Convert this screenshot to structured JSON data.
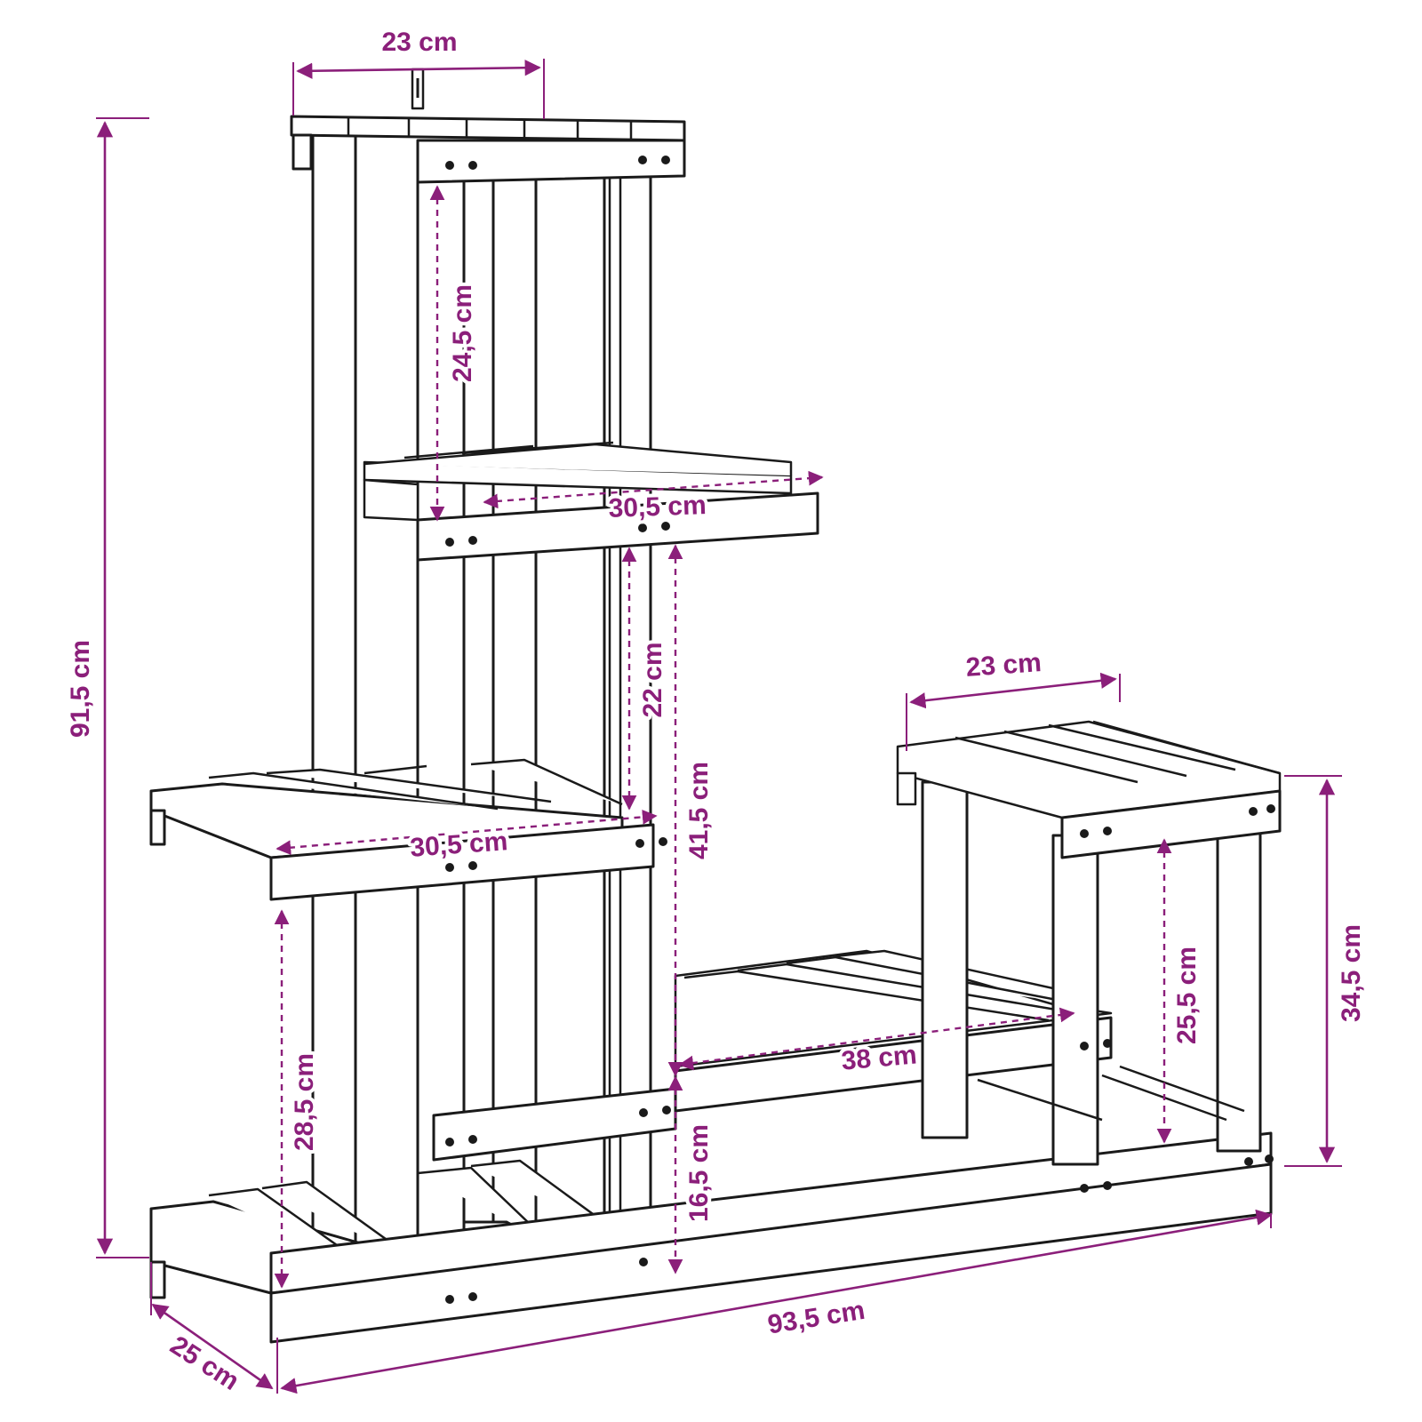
{
  "diagram": {
    "colors": {
      "dimension": "#8b1f7a",
      "outline": "#1a1a1a",
      "background": "#ffffff"
    },
    "dimensions": {
      "total_height": "91,5 cm",
      "top_shelf_width": "23 cm",
      "gap_top_to_upper": "24,5 cm",
      "upper_shelf_width": "30,5 cm",
      "gap_upper_to_middle": "22 cm",
      "middle_shelf_width": "30,5 cm",
      "gap_upper_to_lower": "41,5 cm",
      "gap_middle_to_bottom": "28,5 cm",
      "gap_lower_to_bottom": "16,5 cm",
      "lower_shelf_width": "38 cm",
      "right_top_width": "23 cm",
      "right_gap": "25,5 cm",
      "right_height": "34,5 cm",
      "total_width": "93,5 cm",
      "depth": "25 cm"
    }
  }
}
